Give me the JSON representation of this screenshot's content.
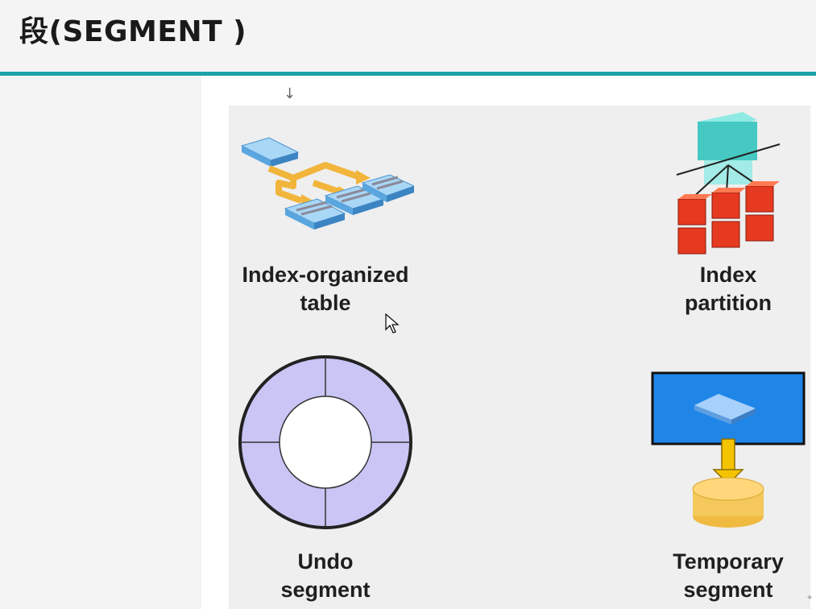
{
  "header": {
    "title": "段(SEGMENT )"
  },
  "page": {
    "arrow_glyph": "↓",
    "corner_glyph": "⌖"
  },
  "diagram": {
    "items": [
      {
        "id": "iot",
        "line1": "Index-organized",
        "line2": "table",
        "icon": "index-organized-table-icon"
      },
      {
        "id": "index-partition",
        "line1": "Index",
        "line2": "partition",
        "icon": "index-partition-icon"
      },
      {
        "id": "undo",
        "line1": "Undo",
        "line2": "segment",
        "icon": "undo-segment-ring-icon"
      },
      {
        "id": "temp",
        "line1": "Temporary",
        "line2": "segment",
        "icon": "temporary-segment-icon"
      }
    ]
  },
  "colors": {
    "accent_rule": "#1aa3a6",
    "iot_blue": "#7fc0ef",
    "iot_arrow": "#f2b53b",
    "partition_cyan": "#6fd8d3",
    "partition_red": "#e53a1f",
    "undo_fill": "#c9c5f5",
    "temp_blue": "#1f86e8",
    "temp_gold": "#f4c85a"
  }
}
